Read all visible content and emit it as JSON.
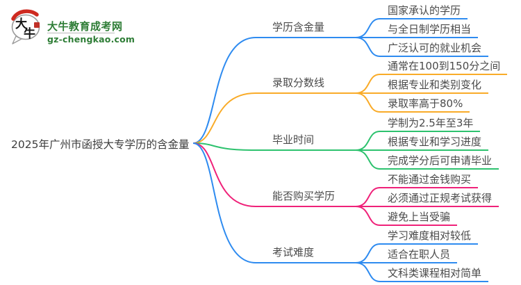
{
  "logo": {
    "site_name": "大牛教育成考网",
    "site_domain": "gz-chengkao.com",
    "icon_char_top": "大",
    "icon_char_bottom": "牛",
    "brand_green": "#2E7D36",
    "icon_red": "#CE2A20"
  },
  "mindmap": {
    "root_label": "2025年广州市函授大专学历的含金量",
    "text_color": "#4a4a4a",
    "branches": [
      {
        "label": "学历含金量",
        "color": "#2E8BF0",
        "children": [
          "国家承认的学历",
          "与全日制学历相当",
          "广泛认可的就业机会"
        ]
      },
      {
        "label": "录取分数线",
        "color": "#F9AB28",
        "children": [
          "通常在100到150分之间",
          "根据专业和类别变化",
          "录取率高于80%"
        ]
      },
      {
        "label": "毕业时间",
        "color": "#2DC26E",
        "children": [
          "学制为2.5年至3年",
          "根据专业和学习进度",
          "完成学分后可申请毕业"
        ]
      },
      {
        "label": "能否购买学历",
        "color": "#EF2179",
        "children": [
          "不能通过金钱购买",
          "必须通过正规考试获得",
          "避免上当受骗"
        ]
      },
      {
        "label": "考试难度",
        "color": "#2E8BF0",
        "children": [
          "学习难度相对较低",
          "适合在职人员",
          "文科类课程相对简单"
        ]
      }
    ]
  }
}
